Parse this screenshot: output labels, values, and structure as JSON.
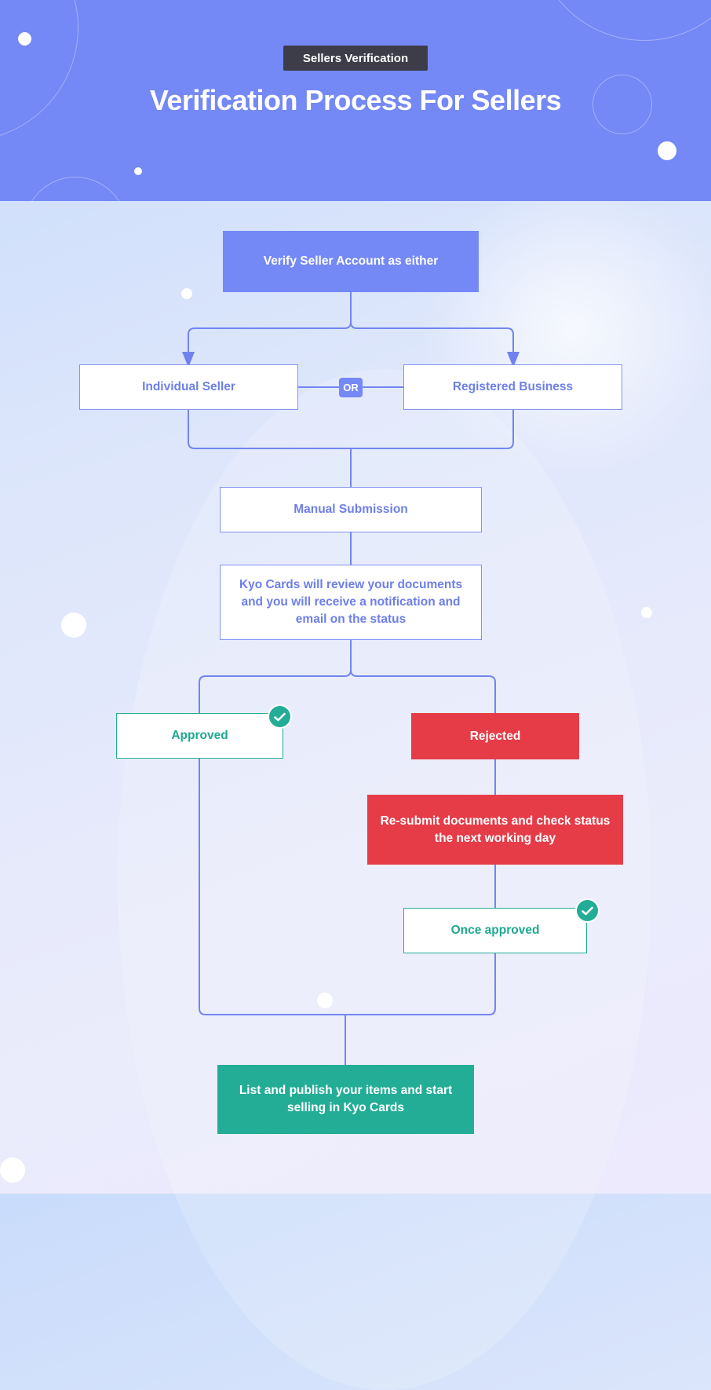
{
  "header": {
    "badge": "Sellers Verification",
    "title": "Verification Process For Sellers"
  },
  "flow": {
    "start": "Verify Seller Account as either",
    "individual": "Individual Seller",
    "or": "OR",
    "business": "Registered Business",
    "manual": "Manual Submission",
    "review": "Kyo Cards will review your documents and you will receive a notification and email on the status",
    "approved": "Approved",
    "rejected": "Rejected",
    "resubmit": "Re-submit documents and check status the next working day",
    "once_approved": "Once approved",
    "final": "List and publish your items and start selling in Kyo Cards"
  },
  "colors": {
    "header_bg": "#7488f6",
    "accent_blue": "#7488f6",
    "approved_green": "#24ad96",
    "rejected_red": "#e63c48",
    "badge_dark": "#3d3d4a"
  },
  "icons": {
    "approved_mark": "check-icon",
    "once_approved_mark": "check-icon"
  }
}
